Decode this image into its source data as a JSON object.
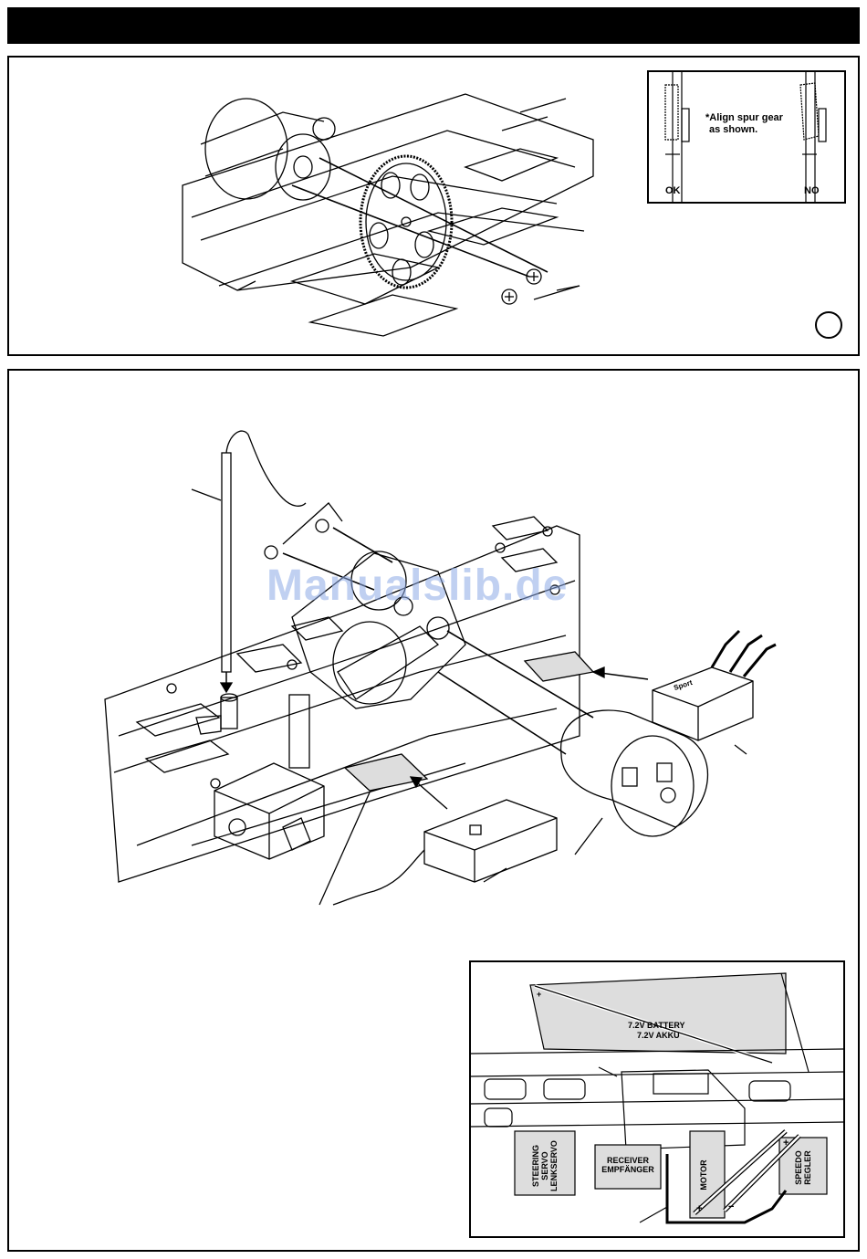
{
  "align_note": {
    "line1": "*Align spur gear",
    "line2": "as shown.",
    "ok_label": "OK",
    "no_label": "NO"
  },
  "watermark": "Manualslib.de",
  "layout": {
    "battery_line1": "7.2V BATTERY",
    "battery_line2": "7.2V AKKU",
    "steering_l1": "STEERING",
    "steering_l2": "SERVO",
    "steering_l3": "LENKSERVO",
    "receiver_l1": "RECEIVER",
    "receiver_l2": "EMPFÄNGER",
    "motor": "MOTOR",
    "speedo_l1": "SPEEDO",
    "speedo_l2": "REGLER",
    "plus": "+",
    "minus": "−"
  },
  "esc_brand": "Sport"
}
